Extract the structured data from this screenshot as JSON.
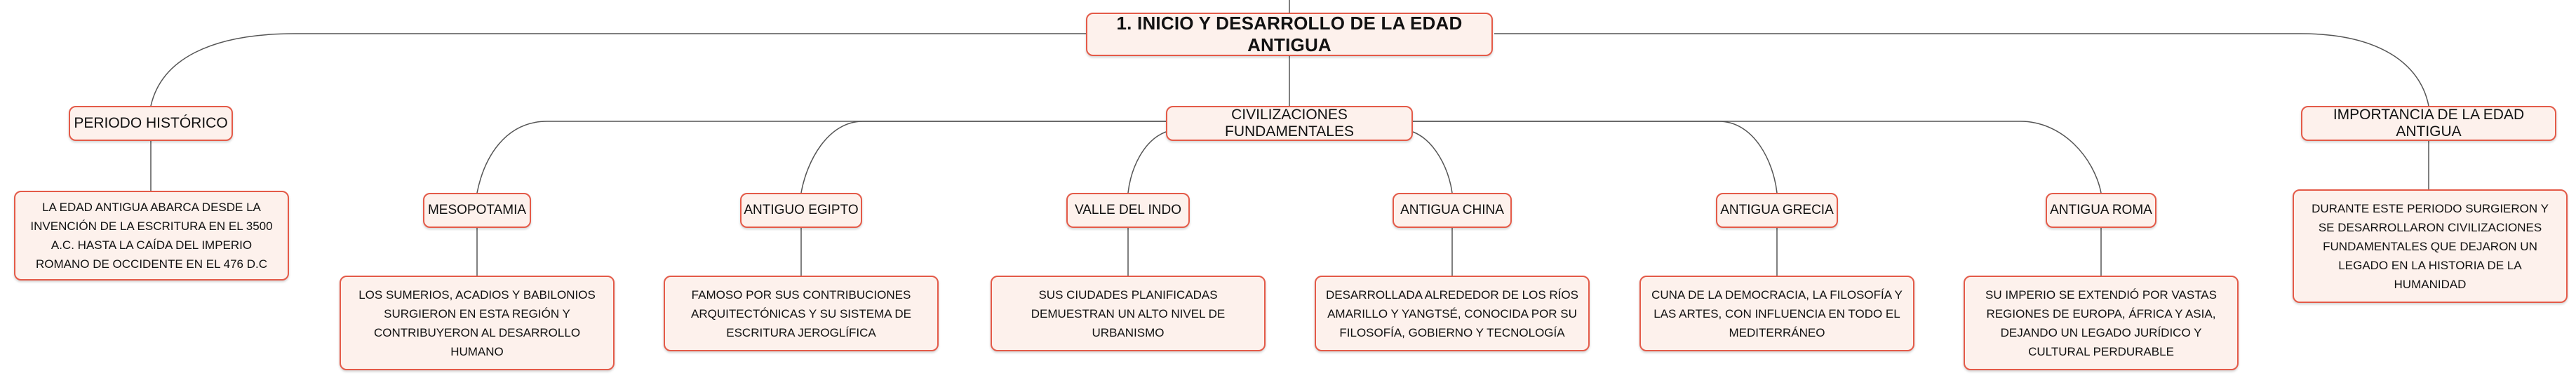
{
  "root": {
    "label": "1. INICIO Y DESARROLLO DE LA EDAD ANTIGUA"
  },
  "periodo": {
    "label": "PERIODO HISTÓRICO",
    "description": "LA EDAD ANTIGUA ABARCA DESDE LA INVENCIÓN DE LA ESCRITURA EN EL 3500 A.C. HASTA LA CAÍDA DEL IMPERIO ROMANO DE OCCIDENTE EN EL 476 D.C"
  },
  "civilizaciones": {
    "label": "CIVILIZACIONES FUNDAMENTALES",
    "items": [
      {
        "label": "MESOPOTAMIA",
        "description": "LOS SUMERIOS, ACADIOS Y BABILONIOS SURGIERON EN ESTA REGIÓN Y CONTRIBUYERON AL DESARROLLO HUMANO"
      },
      {
        "label": "ANTIGUO EGIPTO",
        "description": "FAMOSO POR SUS CONTRIBUCIONES ARQUITECTÓNICAS Y SU SISTEMA DE ESCRITURA JEROGLÍFICA"
      },
      {
        "label": "VALLE DEL INDO",
        "description": "SUS CIUDADES PLANIFICADAS DEMUESTRAN UN ALTO NIVEL DE URBANISMO"
      },
      {
        "label": "ANTIGUA CHINA",
        "description": "DESARROLLADA ALREDEDOR DE LOS RÍOS AMARILLO Y YANGTSÉ, CONOCIDA POR SU FILOSOFÍA, GOBIERNO Y TECNOLOGÍA"
      },
      {
        "label": "ANTIGUA GRECIA",
        "description": "CUNA DE LA DEMOCRACIA, LA FILOSOFÍA Y LAS ARTES, CON INFLUENCIA EN TODO EL MEDITERRÁNEO"
      },
      {
        "label": "ANTIGUA ROMA",
        "description": "SU IMPERIO SE EXTENDIÓ POR VASTAS REGIONES DE EUROPA, ÁFRICA Y ASIA, DEJANDO UN LEGADO JURÍDICO Y CULTURAL PERDURABLE"
      }
    ]
  },
  "importancia": {
    "label": "IMPORTANCIA DE LA EDAD ANTIGUA",
    "description": "DURANTE ESTE PERIODO SURGIERON Y SE DESARROLLARON CIVILIZACIONES FUNDAMENTALES QUE DEJARON UN LEGADO EN LA HISTORIA DE LA HUMANIDAD"
  },
  "colors": {
    "node_border": "#e45a48",
    "node_fill": "#fdf1ec",
    "connector": "#555555"
  }
}
